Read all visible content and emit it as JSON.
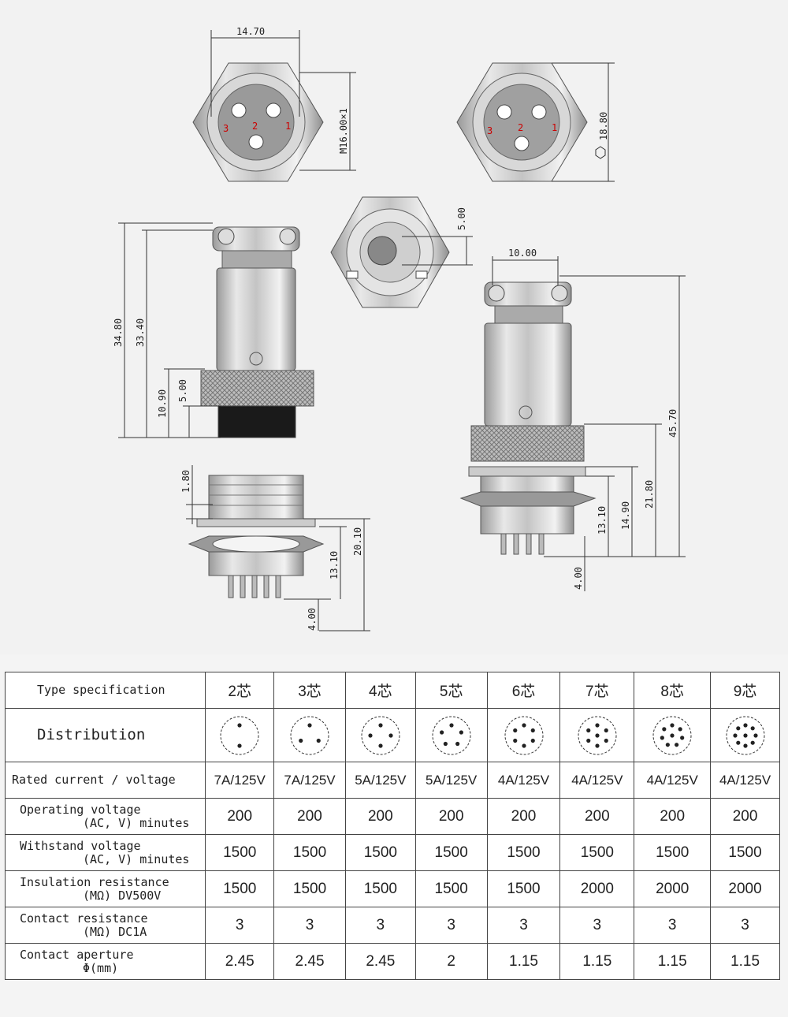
{
  "drawing": {
    "dims": {
      "top_width": "14.70",
      "thread": "M16.00×1",
      "hex": "18.80",
      "pin_offset": "5.00",
      "plug_total": "34.80",
      "plug_body": "33.40",
      "plug_nut": "10.90",
      "plug_tail": "5.00",
      "socket_flange": "1.80",
      "socket_body": "20.10",
      "socket_thread": "13.10",
      "socket_pins": "4.00",
      "side_width": "10.00",
      "side_total": "45.70",
      "side_a": "21.80",
      "side_b": "14.90",
      "side_c": "13.10",
      "side_pins": "4.00"
    },
    "pin_labels": [
      "3",
      "2",
      "1"
    ]
  },
  "table": {
    "header": [
      "Type specification",
      "2芯",
      "3芯",
      "4芯",
      "5芯",
      "6芯",
      "7芯",
      "8芯",
      "9芯"
    ],
    "distribution_label": "Distribution",
    "distribution_pins": [
      2,
      3,
      4,
      5,
      6,
      7,
      8,
      9
    ],
    "rows": [
      {
        "label": [
          "Rated current / voltage"
        ],
        "values": [
          "7A/125V",
          "7A/125V",
          "5A/125V",
          "5A/125V",
          "4A/125V",
          "4A/125V",
          "4A/125V",
          "4A/125V"
        ]
      },
      {
        "label": [
          "Operating voltage",
          "(AC, V) minutes"
        ],
        "values": [
          "200",
          "200",
          "200",
          "200",
          "200",
          "200",
          "200",
          "200"
        ]
      },
      {
        "label": [
          "Withstand voltage",
          "(AC, V) minutes"
        ],
        "values": [
          "1500",
          "1500",
          "1500",
          "1500",
          "1500",
          "1500",
          "1500",
          "1500"
        ]
      },
      {
        "label": [
          "Insulation resistance",
          "(MΩ) DV500V"
        ],
        "values": [
          "1500",
          "1500",
          "1500",
          "1500",
          "1500",
          "2000",
          "2000",
          "2000"
        ]
      },
      {
        "label": [
          "Contact resistance",
          "(MΩ) DC1A"
        ],
        "values": [
          "3",
          "3",
          "3",
          "3",
          "3",
          "3",
          "3",
          "3"
        ]
      },
      {
        "label": [
          "Contact aperture",
          "Φ(mm)"
        ],
        "values": [
          "2.45",
          "2.45",
          "2.45",
          "2",
          "1.15",
          "1.15",
          "1.15",
          "1.15"
        ]
      }
    ]
  }
}
